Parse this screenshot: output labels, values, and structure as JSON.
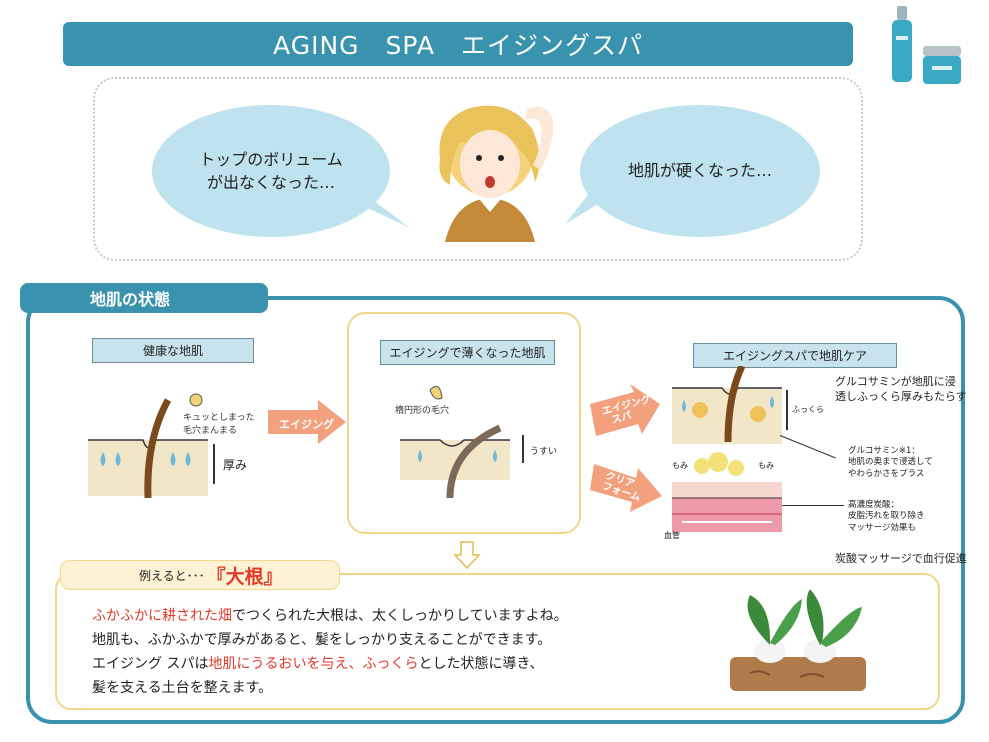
{
  "title": "AGING　SPA　エイジングスパ",
  "bubbles": {
    "left_line1": "トップのボリューム",
    "left_line2": "が出なくなった…",
    "right": "地肌が硬くなった…"
  },
  "section": {
    "label": "地肌の状態"
  },
  "panels": {
    "healthy": {
      "label": "健康な地肌",
      "note_line1": "キュッとしまった",
      "note_line2": "毛穴まんまる",
      "thickness": "厚み"
    },
    "arrow_aging": "エイジング",
    "thin": {
      "label": "エイジングで薄くなった地肌",
      "note": "楕円形の毛穴",
      "thickness": "うすい"
    },
    "arrow_spa_line1": "エイジング",
    "arrow_spa_line2": "スパ",
    "arrow_foam_line1": "クリア",
    "arrow_foam_line2": "フォーム",
    "care": {
      "label": "エイジングスパで地肌ケア",
      "fukkura": "ふっくら",
      "note1_line1": "グルコサミンが地肌に浸",
      "note1_line2": "透しふっくら厚みもたらす",
      "note2_line1": "グルコサミン※1：",
      "note2_line2": "地肌の奥まで浸透して",
      "note2_line3": "やわらかさをプラス",
      "note3_line1": "高濃度炭酸：",
      "note3_line2": "皮脂汚れを取り除き",
      "note3_line3": "マッサージ効果も",
      "note4": "炭酸マッサージで血行促進",
      "momi": "もみ",
      "kekkan": "血管"
    }
  },
  "example": {
    "prefix": "例えると･･･",
    "keyword": "『大根』",
    "lines": [
      [
        {
          "t": "ふかふかに耕された畑",
          "red": true
        },
        {
          "t": "でつくられた大根は、太くしっかりしていますよね。",
          "red": false
        }
      ],
      [
        {
          "t": "地肌も、ふかふかで厚みがあると、髪をしっかり支えることができます。",
          "red": false
        }
      ],
      [
        {
          "t": "エイジング スパは",
          "red": false
        },
        {
          "t": "地肌にうるおいを与え、ふっくら",
          "red": true
        },
        {
          "t": "とした状態に導き、",
          "red": false
        }
      ],
      [
        {
          "t": "髪を支える土台を整えます。",
          "red": false
        }
      ]
    ]
  },
  "colors": {
    "accent": "#3a93ae",
    "bubble": "#bfe3ee",
    "arrow": "#f2a07e",
    "highlight": "#e23a2a",
    "gold": "#f2d68a"
  }
}
